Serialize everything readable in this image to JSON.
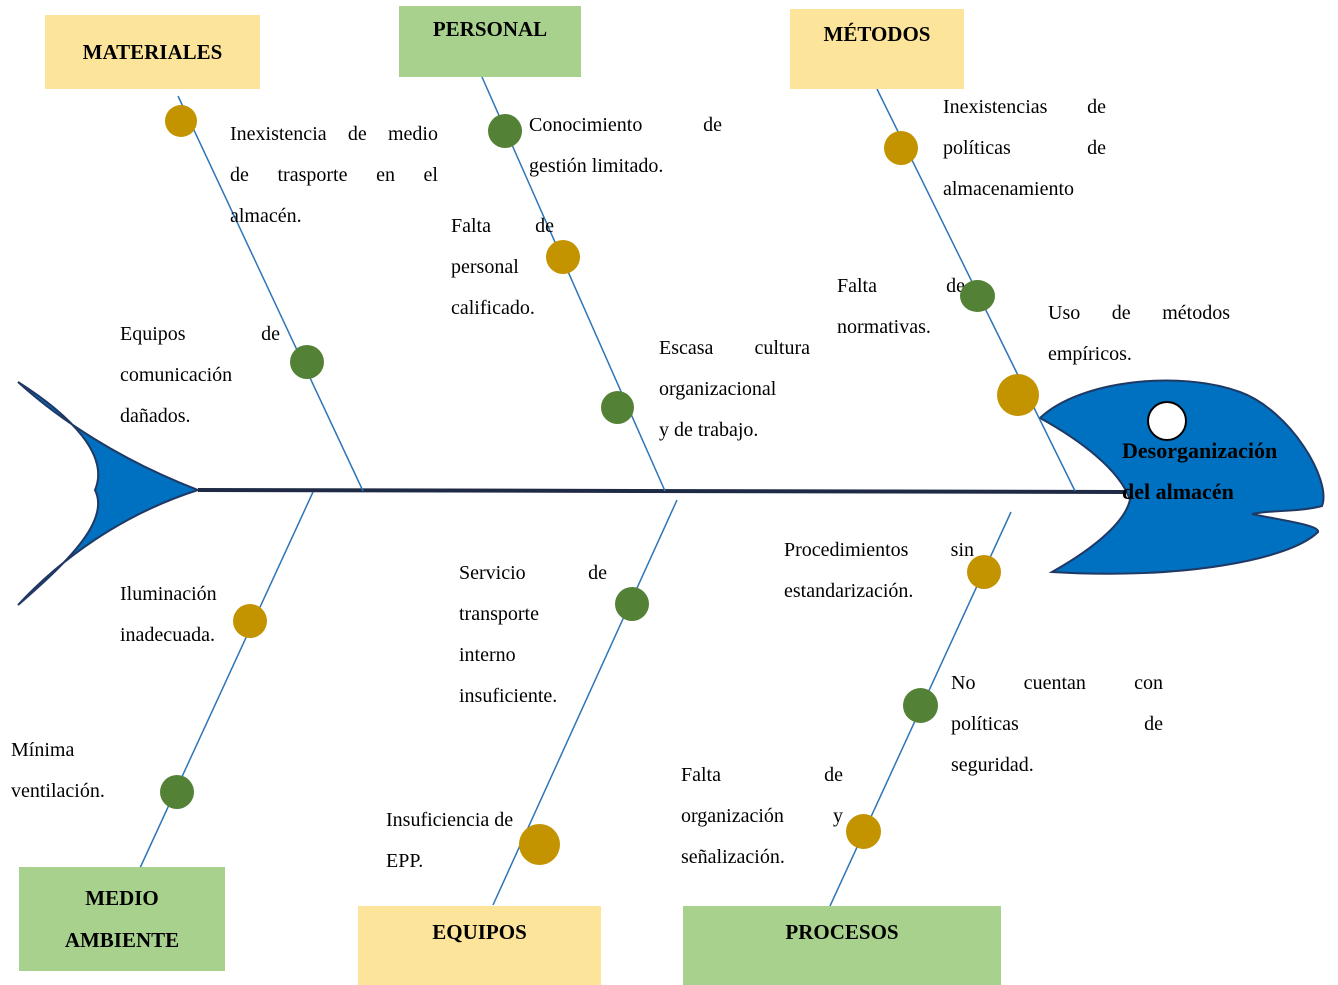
{
  "problem": {
    "line1": "Desorganización",
    "line2": "del almacén"
  },
  "categories": {
    "materiales": "MATERIALES",
    "personal": "PERSONAL",
    "metodos": "MÉTODOS",
    "medio_ambiente_1": "MEDIO",
    "medio_ambiente_2": "AMBIENTE",
    "equipos": "EQUIPOS",
    "procesos": "PROCESOS"
  },
  "causes": {
    "materiales": [
      [
        "Inexistencia de medio",
        "de trasporte en el",
        "almacén."
      ],
      [
        "Equipos de",
        "comunicación",
        "dañados."
      ]
    ],
    "personal": [
      [
        "Conocimiento de",
        "gestión limitado."
      ],
      [
        "Falta de",
        "personal",
        "calificado."
      ],
      [
        "Escasa cultura",
        "organizacional",
        "y de trabajo."
      ]
    ],
    "metodos": [
      [
        "Inexistencias de",
        "políticas de",
        "almacenamiento"
      ],
      [
        "Falta de",
        "normativas."
      ],
      [
        "Uso de métodos",
        "empíricos."
      ]
    ],
    "medio_ambiente": [
      [
        "Iluminación",
        "inadecuada."
      ],
      [
        "Mínima",
        "ventilación."
      ]
    ],
    "equipos": [
      [
        "Servicio de",
        "transporte",
        "interno",
        "insuficiente."
      ],
      [
        "Insuficiencia de",
        "EPP."
      ]
    ],
    "procesos": [
      [
        "Procedimientos sin",
        "estandarización."
      ],
      [
        "No cuentan con",
        "políticas de",
        "seguridad."
      ],
      [
        "Falta de",
        "organización y",
        "señalización."
      ]
    ]
  },
  "colors": {
    "fish_body": "#0070c0",
    "fish_outline": "#1f3864",
    "bone_line": "#2e75b6",
    "spine": "#1f2a44",
    "dot_gold": "#c39300",
    "dot_green": "#538135",
    "box_yellow": "#fde49b",
    "box_green": "#a9d18e"
  }
}
